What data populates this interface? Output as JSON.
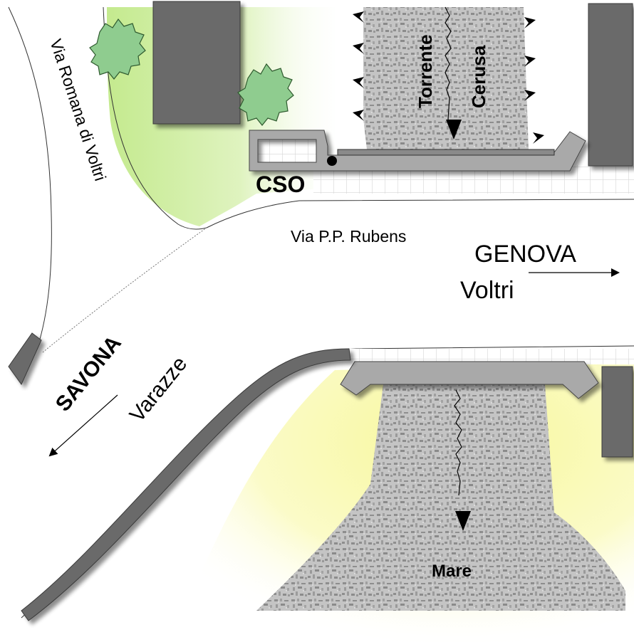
{
  "labels": {
    "road_via_romana": "Via Romana di Voltri",
    "road_via_rubens": "Via P.P. Rubens",
    "river_torrente": "Torrente",
    "river_cerusa": "Cerusa",
    "facility_cso": "CSO",
    "dest_genova": "GENOVA",
    "dest_voltri": "Voltri",
    "dest_savona": "SAVONA",
    "dest_varazze": "Varazze",
    "sea_mare": "Mare"
  },
  "colors": {
    "river_bed": "#bdbdbd",
    "river_texture": "#8e8e8e",
    "building": "#6b6b6b",
    "building_edge": "#3a3a3a",
    "bridge": "#a9a9a9",
    "green_area": "#c8ec98",
    "beach_area": "#fafaa4",
    "tree": "#8fcc8f",
    "tile_line": "#d6d6d6",
    "text": "#000000"
  },
  "icons": {
    "flow_arrow": "arrow-down-icon",
    "direction_arrow": "arrow-right-icon",
    "levee_marks": "triangle-mark-icon",
    "tree": "tree-icon",
    "outfall": "dot-icon"
  }
}
